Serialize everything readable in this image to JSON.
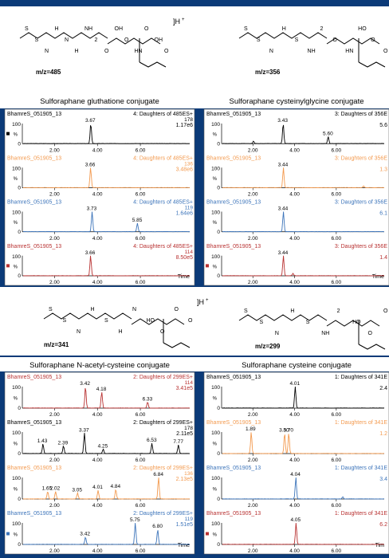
{
  "colors": {
    "frame": "#0b3a78",
    "black": "#000000",
    "orange": "#f39a4f",
    "blue": "#3c74ba",
    "red": "#b83131"
  },
  "compounds": [
    {
      "mz": "m/z=485",
      "charge": "]H",
      "sup": "+",
      "labels": [
        "S",
        "S",
        "N",
        "H",
        "N",
        "H",
        "NH",
        "2",
        "O",
        "OH",
        "O",
        "HN",
        "O",
        "OH",
        "O"
      ]
    },
    {
      "mz": "m/z=356",
      "charge": "]H",
      "sup": "+",
      "labels": [
        "S",
        "S",
        "N",
        "H",
        "S",
        "NH",
        "2",
        "O",
        "HN",
        "HO",
        "O",
        "O"
      ]
    },
    {
      "mz": "m/z=341",
      "charge": "]H",
      "sup": "+",
      "labels": [
        "S",
        "S",
        "N",
        "H",
        "S",
        "H",
        "N",
        "HO",
        "O",
        "O",
        "O"
      ]
    },
    {
      "mz": "m/z=299",
      "charge": "]H",
      "sup": "+",
      "labels": [
        "S",
        "S",
        "N",
        "H",
        "S",
        "NH",
        "2",
        "HO",
        "O",
        "O"
      ]
    }
  ],
  "chart_data": [
    {
      "type": "line",
      "title": "Sulforaphane gluthatione conjugate",
      "color_key": "black",
      "xlim": [
        0.5,
        8.3
      ],
      "xticks": [
        2.0,
        4.0,
        6.0
      ],
      "xtick_labels": [
        "2.00",
        "4.00",
        "6.00"
      ],
      "show_time_label": true,
      "time_label": "Time",
      "traces": [
        {
          "sample": "BhamreS_051905_13",
          "channel": "4: Daughters of 485ES+",
          "mass": "178",
          "intensity": "1.17e6",
          "color": "black",
          "marker": true,
          "peaks": [
            {
              "x": 3.67,
              "h": 100
            }
          ],
          "labels": [
            "3.67"
          ]
        },
        {
          "sample": "BhamreS_051905_13",
          "channel": "4: Daughters of 485ES+",
          "mass": "136",
          "intensity": "3.48e6",
          "color": "orange",
          "marker": false,
          "peaks": [
            {
              "x": 3.66,
              "h": 100
            }
          ],
          "labels": [
            "3.66"
          ]
        },
        {
          "sample": "BhamreS_051905_13",
          "channel": "4: Daughters of 485ES+",
          "mass": "119",
          "intensity": "1.64e6",
          "color": "blue",
          "marker": false,
          "peaks": [
            {
              "x": 3.73,
              "h": 100
            },
            {
              "x": 5.85,
              "h": 42
            }
          ],
          "labels": [
            "3.73",
            "5.85"
          ]
        },
        {
          "sample": "BhamreS_051905_13",
          "channel": "4: Daughters of 485ES+",
          "mass": "114",
          "intensity": "8.50e5",
          "color": "red",
          "marker": true,
          "peaks": [
            {
              "x": 3.66,
              "h": 100
            }
          ],
          "labels": [
            "3.66"
          ]
        }
      ]
    },
    {
      "type": "line",
      "title": "Sulforaphane cysteinylglycine conjugate",
      "color_key": "black",
      "xlim": [
        0.5,
        8.3
      ],
      "xticks": [
        2.0,
        4.0,
        6.0
      ],
      "xtick_labels": [
        "2.00",
        "4.00",
        "6.00"
      ],
      "show_time_label": true,
      "time_label": "Time",
      "traces": [
        {
          "sample": "BhamreS_051905_13",
          "channel": "3: Daughters of 356E",
          "mass": "",
          "intensity": "5.6",
          "color": "black",
          "marker": false,
          "peaks": [
            {
              "x": 2.0,
              "h": 12
            },
            {
              "x": 3.43,
              "h": 100
            },
            {
              "x": 5.6,
              "h": 35
            }
          ],
          "labels": [
            "3.43",
            "5.60"
          ]
        },
        {
          "sample": "BhamreS_051905_13",
          "channel": "3: Daughters of 356E",
          "mass": "",
          "intensity": "1.3",
          "color": "orange",
          "marker": false,
          "peaks": [
            {
              "x": 3.44,
              "h": 100
            },
            {
              "x": 7.3,
              "h": 8
            }
          ],
          "labels": [
            "3.44"
          ]
        },
        {
          "sample": "BhamreS_051905_13",
          "channel": "3: Daughters of 356E",
          "mass": "",
          "intensity": "6.1",
          "color": "blue",
          "marker": false,
          "peaks": [
            {
              "x": 3.44,
              "h": 100
            }
          ],
          "labels": [
            "3.44"
          ]
        },
        {
          "sample": "BhamreS_051905_13",
          "channel": "3: Daughters of 356E",
          "mass": "",
          "intensity": "1.4",
          "color": "red",
          "marker": true,
          "peaks": [
            {
              "x": 3.44,
              "h": 100
            },
            {
              "x": 3.9,
              "h": 12
            }
          ],
          "labels": [
            "3.44"
          ]
        }
      ]
    },
    {
      "type": "line",
      "title": "Sulforaphane N-acetyl-cysteine conjugate",
      "color_key": "black",
      "xlim": [
        0.5,
        8.3
      ],
      "xticks": [
        2.0,
        4.0,
        6.0
      ],
      "xtick_labels": [
        "2.00",
        "4.00",
        "6.00"
      ],
      "show_time_label": true,
      "time_label": "Time",
      "traces": [
        {
          "sample": "BhamreS_051905_13",
          "channel": "2: Daughters of 299ES+",
          "mass": "114",
          "intensity": "3.41e5",
          "color": "red",
          "marker": false,
          "peaks": [
            {
              "x": 3.42,
              "h": 100
            },
            {
              "x": 4.18,
              "h": 75
            },
            {
              "x": 6.33,
              "h": 28
            }
          ],
          "labels": [
            "3.42",
            "4.18",
            "6.33"
          ]
        },
        {
          "sample": "BhamreS_051905_13",
          "channel": "2: Daughters of 299ES+",
          "mass": "178",
          "intensity": "2.11e5",
          "color": "black",
          "marker": false,
          "peaks": [
            {
              "x": 1.43,
              "h": 45
            },
            {
              "x": 2.39,
              "h": 35
            },
            {
              "x": 3.37,
              "h": 95
            },
            {
              "x": 4.25,
              "h": 20
            },
            {
              "x": 6.53,
              "h": 48
            },
            {
              "x": 7.77,
              "h": 40
            }
          ],
          "labels": [
            "1.43",
            "2.39",
            "3.37",
            "4.25",
            "6.53",
            "7.77"
          ]
        },
        {
          "sample": "BhamreS_051905_13",
          "channel": "2: Daughters of 299ES+",
          "mass": "136",
          "intensity": "2.13e5",
          "color": "orange",
          "marker": false,
          "peaks": [
            {
              "x": 1.65,
              "h": 35
            },
            {
              "x": 2.02,
              "h": 35
            },
            {
              "x": 3.05,
              "h": 28
            },
            {
              "x": 4.01,
              "h": 40
            },
            {
              "x": 4.84,
              "h": 45
            },
            {
              "x": 6.84,
              "h": 100
            }
          ],
          "labels": [
            "1.65",
            "2.02",
            "3.05",
            "4.01",
            "4.84",
            "6.84"
          ]
        },
        {
          "sample": "BhamreS_051905_13",
          "channel": "2: Daughters of 299ES+",
          "mass": "119",
          "intensity": "1.51e5",
          "color": "blue",
          "marker": true,
          "peaks": [
            {
              "x": 3.42,
              "h": 35
            },
            {
              "x": 5.75,
              "h": 100
            },
            {
              "x": 6.8,
              "h": 70
            }
          ],
          "labels": [
            "3.42",
            "5.75",
            "6.80"
          ]
        }
      ]
    },
    {
      "type": "line",
      "title": "Sulforaphane cysteine conjugate",
      "color_key": "black",
      "xlim": [
        0.5,
        8.3
      ],
      "xticks": [
        2.0,
        4.0,
        6.0
      ],
      "xtick_labels": [
        "2.00",
        "4.00",
        "6.00"
      ],
      "show_time_label": true,
      "time_label": "Tim",
      "traces": [
        {
          "sample": "BhamreS_051905_13",
          "channel": "1: Daughters of 341E",
          "mass": "",
          "intensity": "2.4",
          "color": "black",
          "marker": false,
          "peaks": [
            {
              "x": 4.01,
              "h": 100
            }
          ],
          "labels": [
            "4.01"
          ]
        },
        {
          "sample": "BhamreS_051905_13",
          "channel": "1: Daughters of 341E",
          "mass": "",
          "intensity": "1.2",
          "color": "orange",
          "marker": false,
          "peaks": [
            {
              "x": 1.89,
              "h": 100
            },
            {
              "x": 3.5,
              "h": 95
            },
            {
              "x": 3.7,
              "h": 95
            }
          ],
          "labels": [
            "1.89",
            "3.50",
            "3.70"
          ]
        },
        {
          "sample": "BhamreS_051905_13",
          "channel": "1: Daughters of 341E",
          "mass": "",
          "intensity": "3.4",
          "color": "blue",
          "marker": false,
          "peaks": [
            {
              "x": 4.04,
              "h": 100
            },
            {
              "x": 6.3,
              "h": 10
            }
          ],
          "labels": [
            "4.04"
          ]
        },
        {
          "sample": "BhamreS_051905_13",
          "channel": "1: Daughters of 341E",
          "mass": "",
          "intensity": "6.2",
          "color": "red",
          "marker": true,
          "peaks": [
            {
              "x": 4.05,
              "h": 100
            }
          ],
          "labels": [
            "4.05"
          ]
        }
      ]
    }
  ]
}
